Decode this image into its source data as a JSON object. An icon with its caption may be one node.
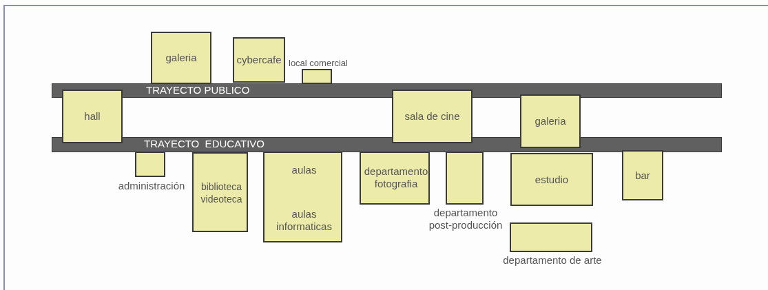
{
  "diagram": {
    "nodes": [
      {
        "text": [
          "galeria"
        ]
      },
      {
        "text": [
          "cybercafe"
        ]
      },
      {
        "text": [
          "local comercial"
        ]
      },
      {
        "text": [
          "TRAYECTO PUBLICO"
        ]
      },
      {
        "text": [
          "hall"
        ]
      },
      {
        "text": [
          "sala de cine"
        ]
      },
      {
        "text": [
          "galeria"
        ]
      },
      {
        "text": [
          "TRAYECTO  EDUCATIVO"
        ]
      },
      {
        "text": [
          "administración"
        ]
      },
      {
        "text": [
          "biblioteca videoteca"
        ]
      },
      {
        "text": [
          "aulas",
          "aulas informaticas"
        ]
      },
      {
        "text": [
          "departamento fotografia"
        ]
      },
      {
        "text": [
          "departamento post-producción"
        ]
      },
      {
        "text": [
          "estudio"
        ]
      },
      {
        "text": [
          "bar"
        ]
      },
      {
        "text": [
          "departamento de arte"
        ]
      }
    ]
  }
}
